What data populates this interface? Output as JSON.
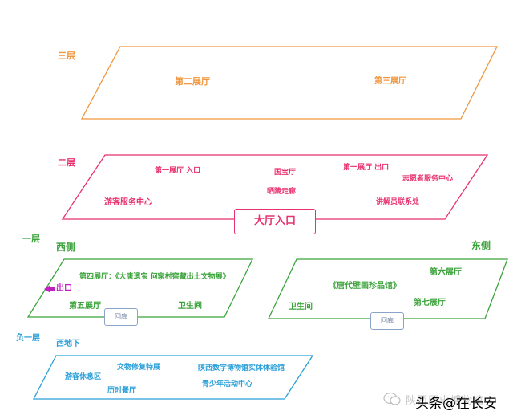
{
  "floor3": {
    "label": "三层",
    "hall2": "第二展厅",
    "hall3": "第三展厅"
  },
  "floor2": {
    "label": "二层",
    "hall1_entrance": "第一展厅 入口",
    "treasure": "国宝厅",
    "hall1_exit": "第一展厅 出口",
    "volunteer": "志愿者服务中心",
    "tomb": "晒陵走廊",
    "visitor_service": "游客服务中心",
    "guide_contact": "讲解员联系处",
    "main_entrance": "大厅入口"
  },
  "floor1": {
    "label": "一层",
    "west": "西侧",
    "east": "东侧",
    "hall4": "第四展厅：《大唐遗宝  何家村窖藏出土文物展》",
    "exit": "出口",
    "hall5": "第五展厅",
    "restroom_west": "卫生间",
    "corridor_west": "回廊",
    "tang_murals": "《唐代壁画珍品馆》",
    "hall6": "第六展厅",
    "restroom_east": "卫生间",
    "hall7": "第七展厅",
    "corridor_east": "回廊"
  },
  "basement": {
    "label": "负一层",
    "west_basement": "西地下",
    "relic_restoration": "文物修复特展",
    "digital_museum": "陕西数字博物馆实体体验馆",
    "rest_area": "游客休息区",
    "youth_center": "青少年活动中心",
    "dining": "历时餐厅"
  },
  "watermark": {
    "faded_text": "陕西历史博物馆",
    "main_text": "头条@在长安"
  },
  "colors": {
    "floor3": "#f0963c",
    "floor2": "#e8326e",
    "floor1": "#3ba33b",
    "basement": "#2a9fd8",
    "exit_arrow": "#c020c0"
  }
}
